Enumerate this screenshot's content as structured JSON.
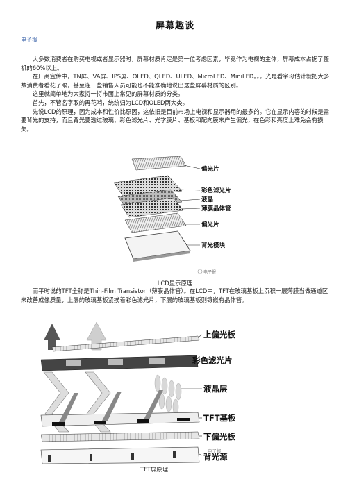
{
  "title": "屏幕趣谈",
  "source": "电子报",
  "paragraphs": [
    "大多数消费者在购买电视或者显示器时，屏幕材质肯定是第一位考虑因素，毕竟作为电视的主体，屏幕成本占据了整机的60%以上。",
    "在厂商宣传中，TN屏、VA屏、IPS屏、OLED、QLED、ULED、MicroLED、MiniLED。。。光是看字母估计就把大多数消费者看花了眼，甚至连一些销售人员可能也不能准确地说出这些屏幕材质的区别。",
    "这里就简单地为大家捋一捋市面上常见的屏幕材质的分类。",
    "首先，不管名字取的再花哨，统统归为LCD和OLED两大类。",
    "先说LCD的原理，因为成本和性价比原因，这依旧是目前市场上电视和显示器用的最多的。它在显示内容的时候是需要背光的支持，而且背光要透过玻璃、彩色滤光片、光学膜片、基板和配向膜来产生偏光，在色彩和亮度上难免会有损失。"
  ],
  "figure1": {
    "labels": [
      "偏光片",
      "彩色滤光片",
      "液晶",
      "薄膜晶体管",
      "偏光片",
      "背光模块"
    ],
    "watermark": "电子报",
    "caption": "LCD显示原理"
  },
  "paragraph2": "而平时说的TFT全称是Thin-Film Transistor（薄膜晶体管）。在LCD中，TFT在玻璃基板上沉积一层薄膜当做通道区来改善成像质量，上层的玻璃基板紧挨着彩色滤光片，下层的玻璃基板则镶嵌有晶体管。",
  "figure2": {
    "labels": [
      "上偏光板",
      "彩色滤光片",
      "液晶层",
      "TFT基板",
      "下偏光板",
      "背光源"
    ],
    "watermark": "电子报",
    "caption": "TFT屏原理"
  }
}
